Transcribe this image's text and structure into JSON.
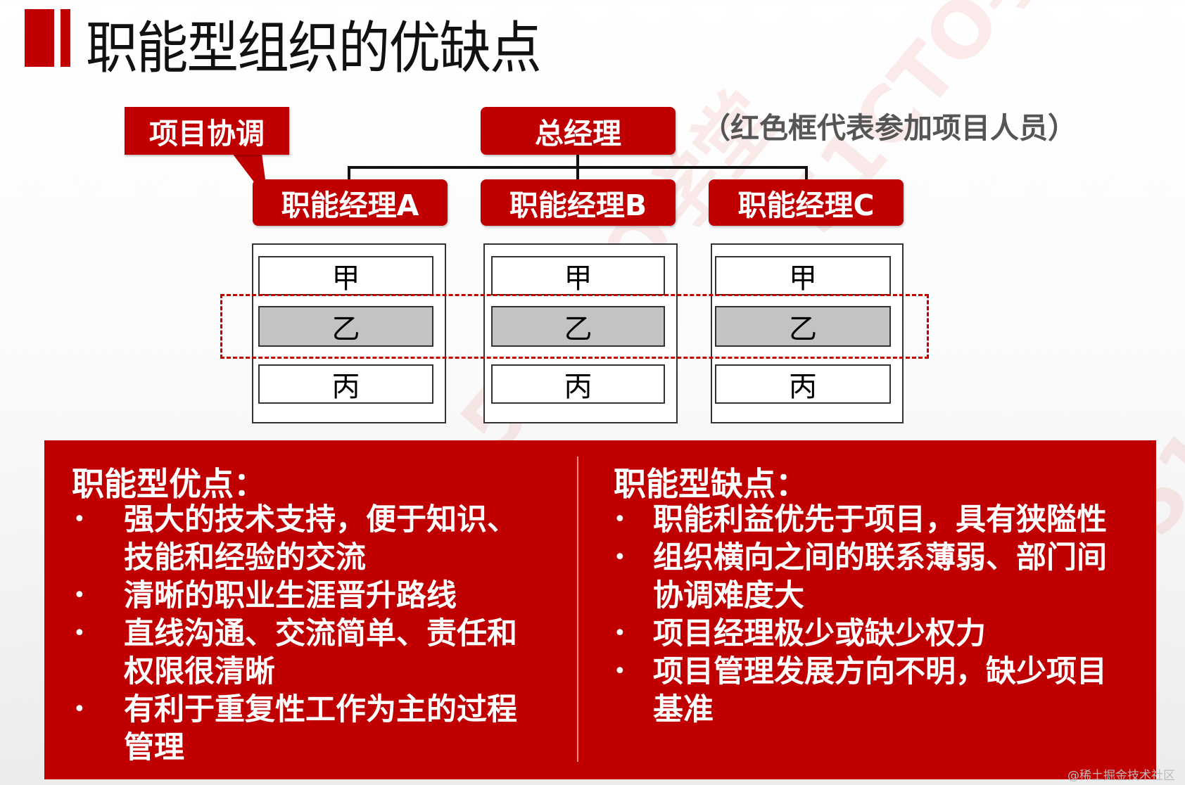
{
  "title": "职能型组织的优缺点",
  "diagram": {
    "callout": "项目协调",
    "top": "总经理",
    "note": "（红色框代表参加项目人员）",
    "managers": [
      "职能经理A",
      "职能经理B",
      "职能经理C"
    ],
    "staff": [
      "甲",
      "乙",
      "丙"
    ],
    "highlight_color": "#c00000"
  },
  "pros": {
    "heading": "职能型优点：",
    "items": [
      [
        "强大的技术支持，便于知识、",
        "技能和经验的交流"
      ],
      [
        "清晰的职业生涯晋升路线"
      ],
      [
        "直线沟通、交流简单、责任和",
        "权限很清晰"
      ],
      [
        "有利于重复性工作为主的过程",
        "管理"
      ]
    ]
  },
  "cons": {
    "heading": "职能型缺点：",
    "items": [
      [
        "职能利益优先于项目，具有狭隘性"
      ],
      [
        "组织横向之间的联系薄弱、部门间",
        "协调难度大"
      ],
      [
        "项目经理极少或缺少权力"
      ],
      [
        "项目管理发展方向不明，缺少项目",
        "基准"
      ]
    ]
  },
  "bullet": "•",
  "watermark": "51CTO学堂",
  "credit": "@稀土掘金技术社区",
  "colors": {
    "accent": "#c00000",
    "panel": "#c00000"
  }
}
